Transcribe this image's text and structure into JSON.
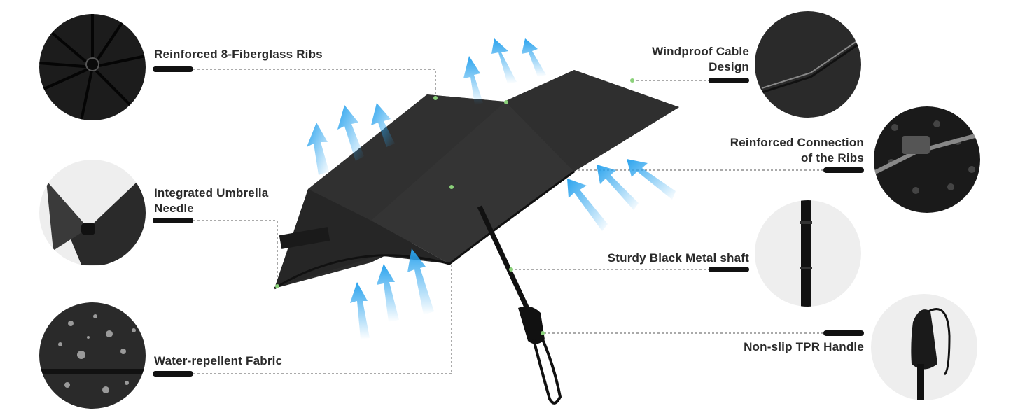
{
  "features": {
    "ribs": "Reinforced 8-Fiberglass Ribs",
    "needle_line1": "Integrated Umbrella",
    "needle_line2": "Needle",
    "fabric": "Water-repellent Fabric",
    "cable_line1": "Windproof Cable",
    "cable_line2": "Design",
    "connection_line1": "Reinforced Connection",
    "connection_line2": "of the Ribs",
    "shaft": "Sturdy Black Metal shaft",
    "handle": "Non-slip TPR Handle"
  },
  "colors": {
    "canopy": "#2b2b2b",
    "arrow": "#2aa3ee",
    "dot": "#8bd17a",
    "pill": "#111111",
    "circle_bg": "#eeeeee"
  },
  "icons": [
    "wind-arrow-icon",
    "callout-dot-icon"
  ]
}
